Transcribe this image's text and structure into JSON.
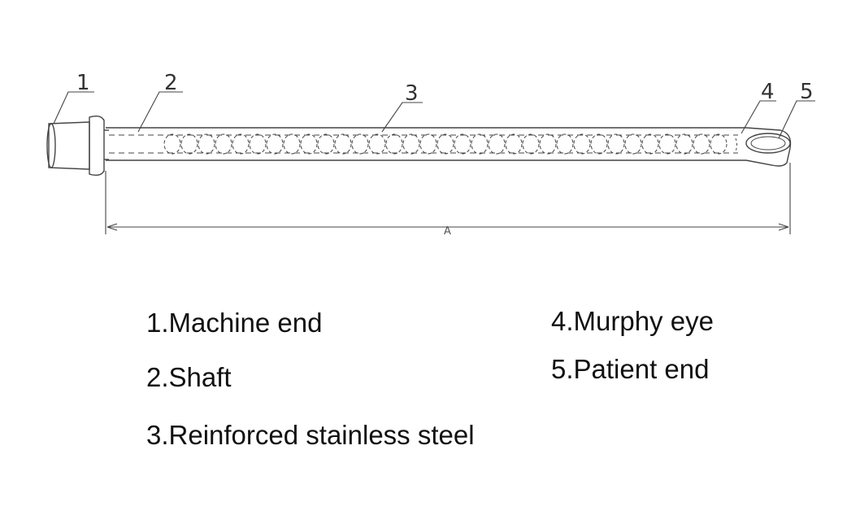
{
  "diagram": {
    "callouts": [
      "1",
      "2",
      "3",
      "4",
      "5"
    ],
    "dimension_label": "A"
  },
  "legend": {
    "items": [
      "1.Machine end",
      "2.Shaft",
      "3.Reinforced stainless steel",
      "4.Murphy eye",
      "5.Patient end"
    ]
  }
}
